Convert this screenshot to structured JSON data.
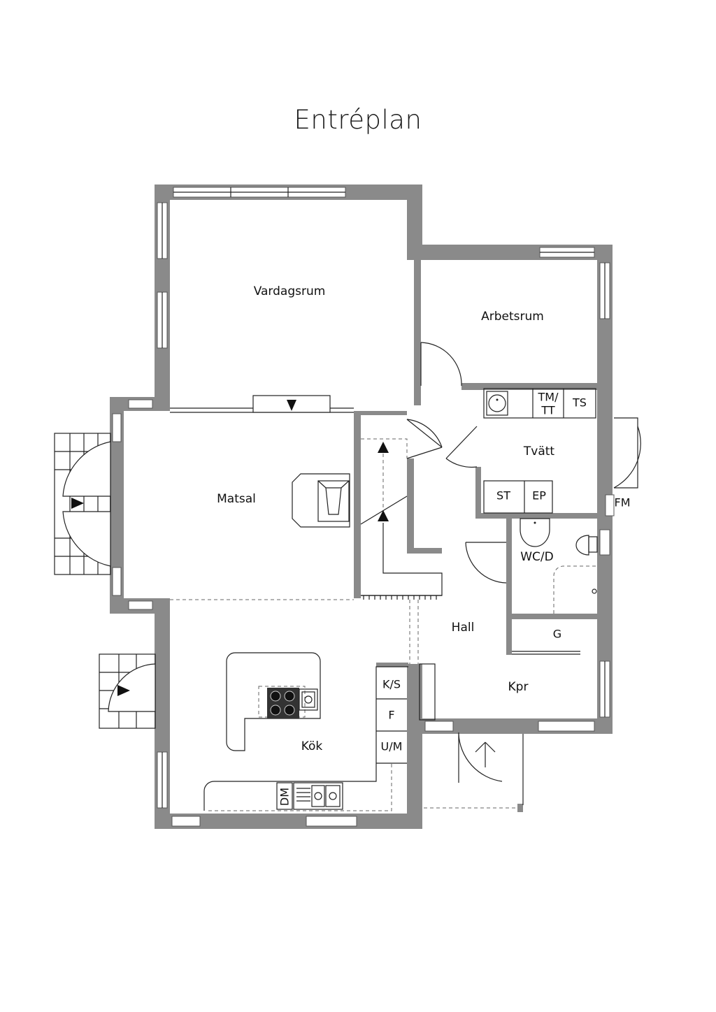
{
  "title": "Entréplan",
  "rooms": {
    "vardagsrum": "Vardagsrum",
    "arbetsrum": "Arbetsrum",
    "matsal": "Matsal",
    "tvatt": "Tvätt",
    "wc": "WC/D",
    "hall": "Hall",
    "kpr": "Kpr",
    "kok": "Kök"
  },
  "fixtures": {
    "tm_tt_1": "TM/",
    "tm_tt_2": "TT",
    "ts": "TS",
    "st": "ST",
    "ep": "EP",
    "fm": "FM",
    "g": "G",
    "ks": "K/S",
    "f": "F",
    "um": "U/M",
    "dm": "DM"
  },
  "colors": {
    "wall": "#8a8a8a",
    "line": "#222222",
    "background": "#ffffff"
  }
}
